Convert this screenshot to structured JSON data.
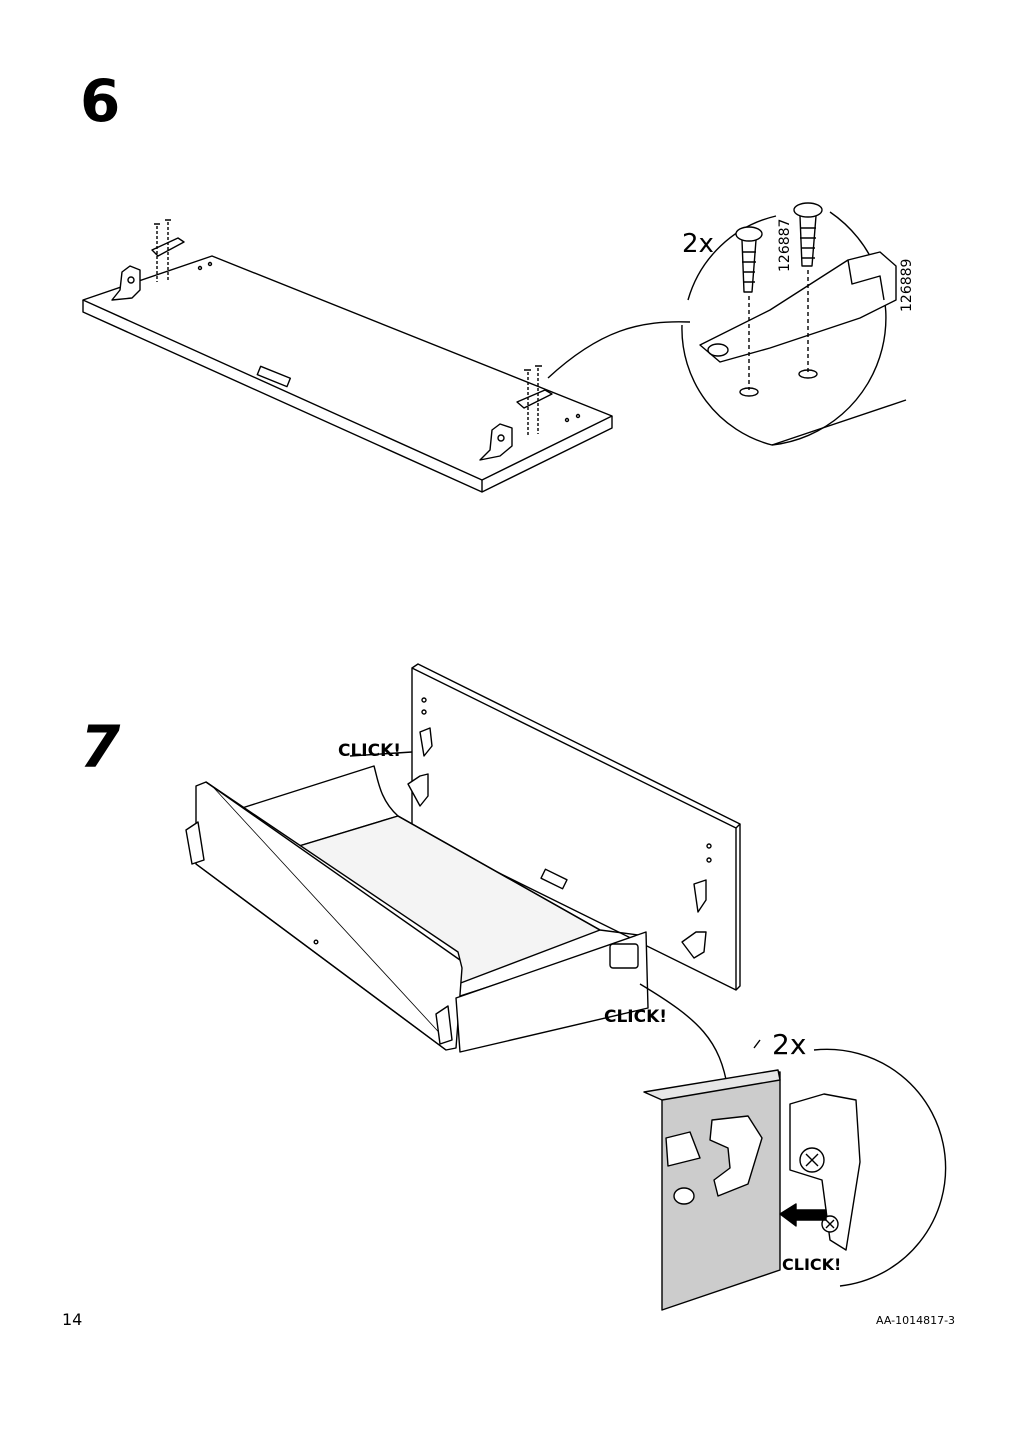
{
  "steps": [
    {
      "number": "6",
      "quantity": "2x",
      "part_codes": [
        "126887",
        "126889"
      ]
    },
    {
      "number": "7",
      "quantity": "2x",
      "click_labels": [
        "CLICK!",
        "CLICK!",
        "CLICK!"
      ]
    }
  ],
  "footer": {
    "page_number": "14",
    "doc_id": "AA-1014817-3"
  },
  "icons": [
    "screw-icon",
    "bracket-icon",
    "arrow-icon"
  ]
}
